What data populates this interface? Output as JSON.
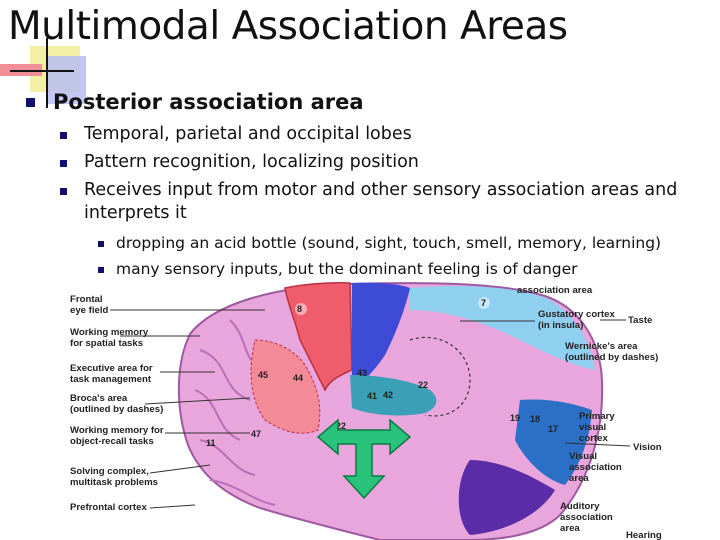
{
  "title": "Multimodal Association Areas",
  "bullet_level1": "Posterior association area",
  "bullets_level2": [
    "Temporal, parietal and occipital lobes",
    "Pattern recognition, localizing position",
    "Receives input from motor and other sensory association areas and interprets it"
  ],
  "bullets_level3": [
    "dropping an acid bottle (sound, sight, touch, smell, memory, learning)",
    "many sensory inputs, but the dominant feeling is of danger"
  ],
  "figure": {
    "left_labels": {
      "frontal_eye_field": [
        "Frontal",
        "eye field"
      ],
      "working_memory_spatial": [
        "Working memory",
        "for spatial tasks"
      ],
      "executive_area": [
        "Executive area for",
        "task management"
      ],
      "brocas_area": [
        "Broca's area",
        "(outlined by dashes)"
      ],
      "working_memory_object": [
        "Working memory for",
        "object-recall tasks"
      ],
      "solving_complex": [
        "Solving complex,",
        "multitask problems"
      ],
      "prefrontal_cortex": [
        "Prefrontal cortex"
      ]
    },
    "right_labels": {
      "association_area": [
        "association area"
      ],
      "gustatory_cortex": [
        "Gustatory cortex",
        "(in insula)"
      ],
      "taste": [
        "Taste"
      ],
      "wernickes_area": [
        "Wernicke's area",
        "(outlined by dashes)"
      ],
      "primary_visual_cortex": [
        "Primary",
        "visual",
        "cortex"
      ],
      "vision": [
        "Vision"
      ],
      "visual_association_area": [
        "Visual",
        "association",
        "area"
      ],
      "auditory_association_area": [
        "Auditory",
        "association",
        "area"
      ],
      "hearing": [
        "Hearing"
      ]
    },
    "area_numbers": {
      "n8": "8",
      "n7": "7",
      "n45": "45",
      "n44": "44",
      "n43": "43",
      "n22": "22",
      "n41": "41",
      "n42": "42",
      "n19": "19",
      "n18": "18",
      "n17": "17",
      "n47": "47",
      "n11": "11",
      "n22b": "22"
    }
  }
}
